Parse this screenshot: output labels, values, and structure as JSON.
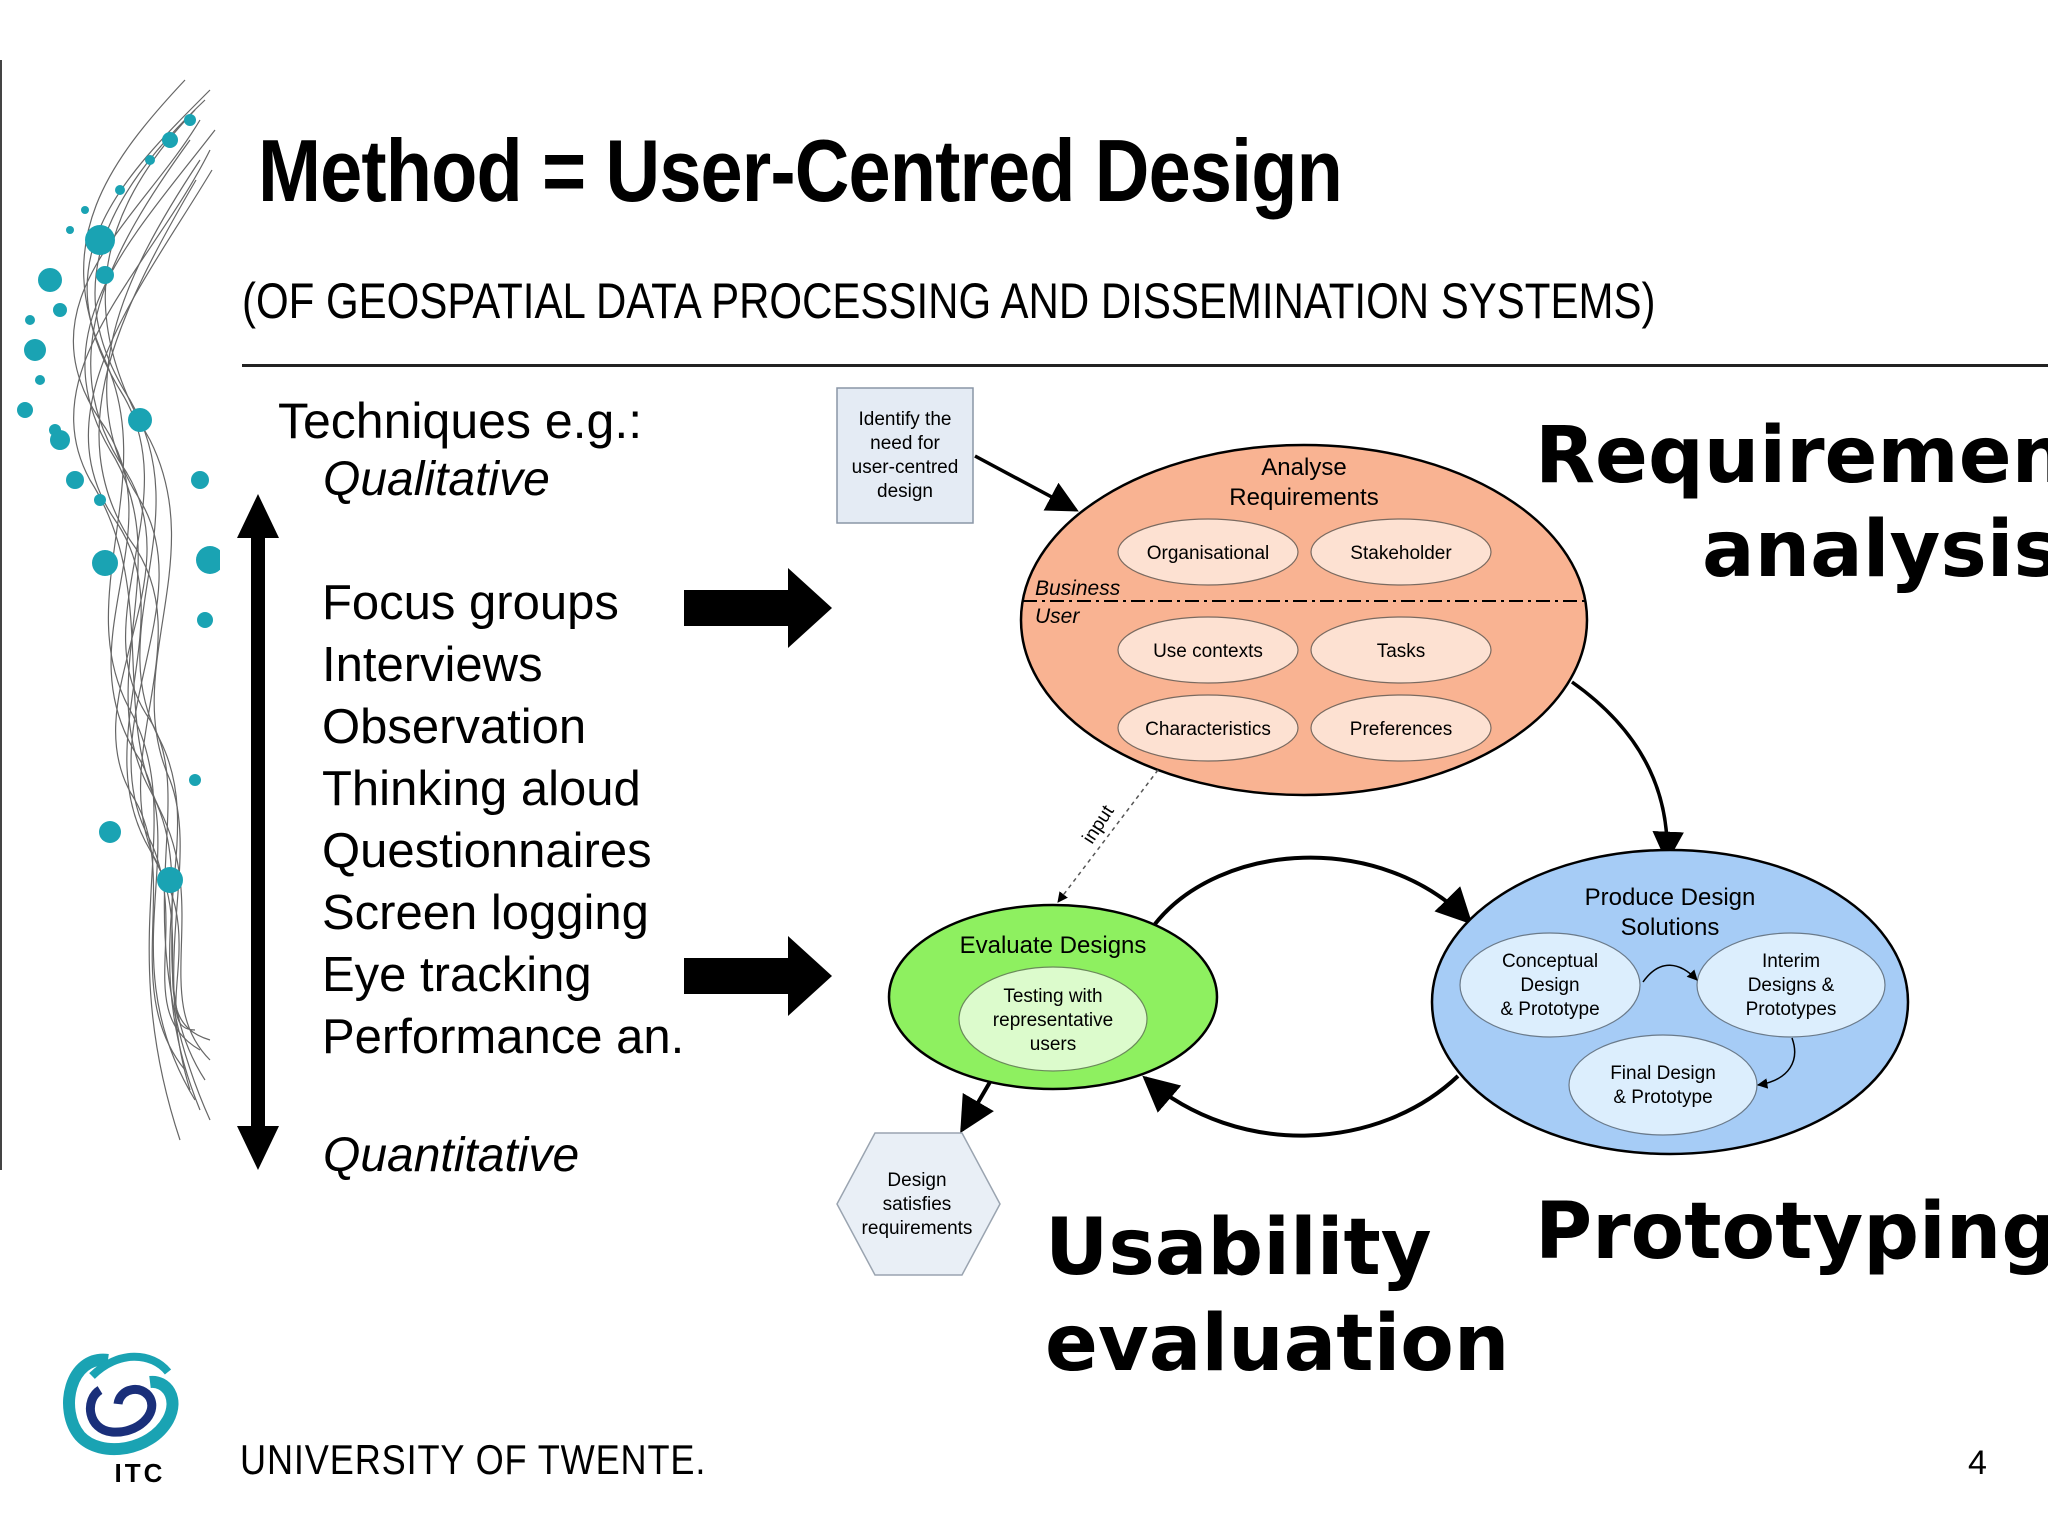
{
  "slide": {
    "title": "Method = User-Centred Design",
    "subtitle": "(OF GEOSPATIAL DATA PROCESSING AND DISSEMINATION SYSTEMS)",
    "page_number": "4"
  },
  "techniques": {
    "heading": "Techniques e.g.:",
    "qualitative": "Qualitative",
    "quantitative": "Quantitative",
    "items": [
      "Focus groups",
      "Interviews",
      "Observation",
      "Thinking aloud",
      "Questionnaires",
      "Screen logging",
      "Eye tracking",
      "Performance an."
    ]
  },
  "labels": {
    "requirement_1": "Requirement",
    "requirement_2": "analysis",
    "prototyping": "Prototyping",
    "usability_1": "Usability",
    "usability_2": "evaluation"
  },
  "diagram": {
    "identify_box": [
      "Identify the",
      "need for",
      "user-centred",
      "design"
    ],
    "analyse": {
      "title": [
        "Analyse",
        "Requirements"
      ],
      "business": "Business",
      "user": "User",
      "items": [
        "Organisational",
        "Stakeholder",
        "Use contexts",
        "Tasks",
        "Characteristics",
        "Preferences"
      ]
    },
    "input_label": "input",
    "evaluate": {
      "title": "Evaluate Designs",
      "inner": [
        "Testing with",
        "representative",
        "users"
      ]
    },
    "produce": {
      "title": [
        "Produce Design",
        "Solutions"
      ],
      "conceptual": [
        "Conceptual",
        "Design",
        "& Prototype"
      ],
      "interim": [
        "Interim",
        "Designs &",
        "Prototypes"
      ],
      "final": [
        "Final Design",
        "& Prototype"
      ]
    },
    "hexagon": [
      "Design",
      "satisfies",
      "requirements"
    ]
  },
  "footer": {
    "university": "UNIVERSITY OF TWENTE.",
    "logo_text": "ITC"
  },
  "colors": {
    "analyse_fill": "#f9b392",
    "analyse_inner": "#fde1d2",
    "evaluate_fill": "#8ef060",
    "evaluate_inner": "#dcfbcc",
    "produce_fill": "#a6ccf6",
    "produce_inner": "#dceefd",
    "identify_fill": "#e4ebf4",
    "hexagon_fill": "#e9eff6",
    "accent_teal": "#1aa3b3"
  }
}
